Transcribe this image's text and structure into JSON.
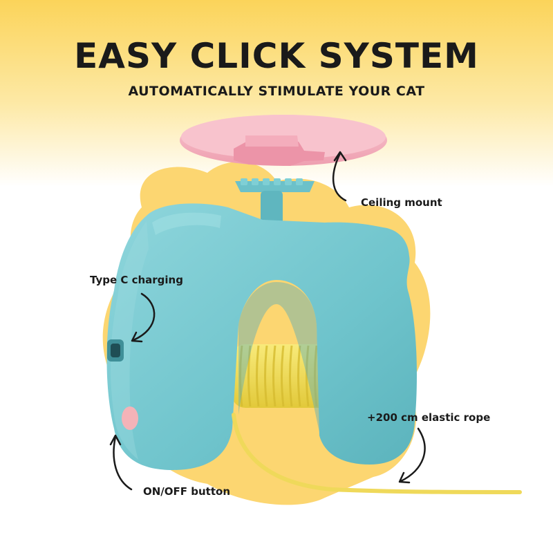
{
  "header": {
    "title": "EASY CLICK SYSTEM",
    "subtitle": "AUTOMATICALLY STIMULATE YOUR CAT"
  },
  "callouts": {
    "ceiling_mount": "Ceiling mount",
    "type_c_charging": "Type C charging",
    "elastic_rope": "+200 cm elastic rope",
    "on_off_button": "ON/OFF button"
  },
  "colors": {
    "background_top": "#fbd45a",
    "blob": "#fcd671",
    "device_body": "#79ccd3",
    "mount_plate": "#f6b6c2",
    "spring": "#f3df5a",
    "text": "#1a1a1a"
  }
}
